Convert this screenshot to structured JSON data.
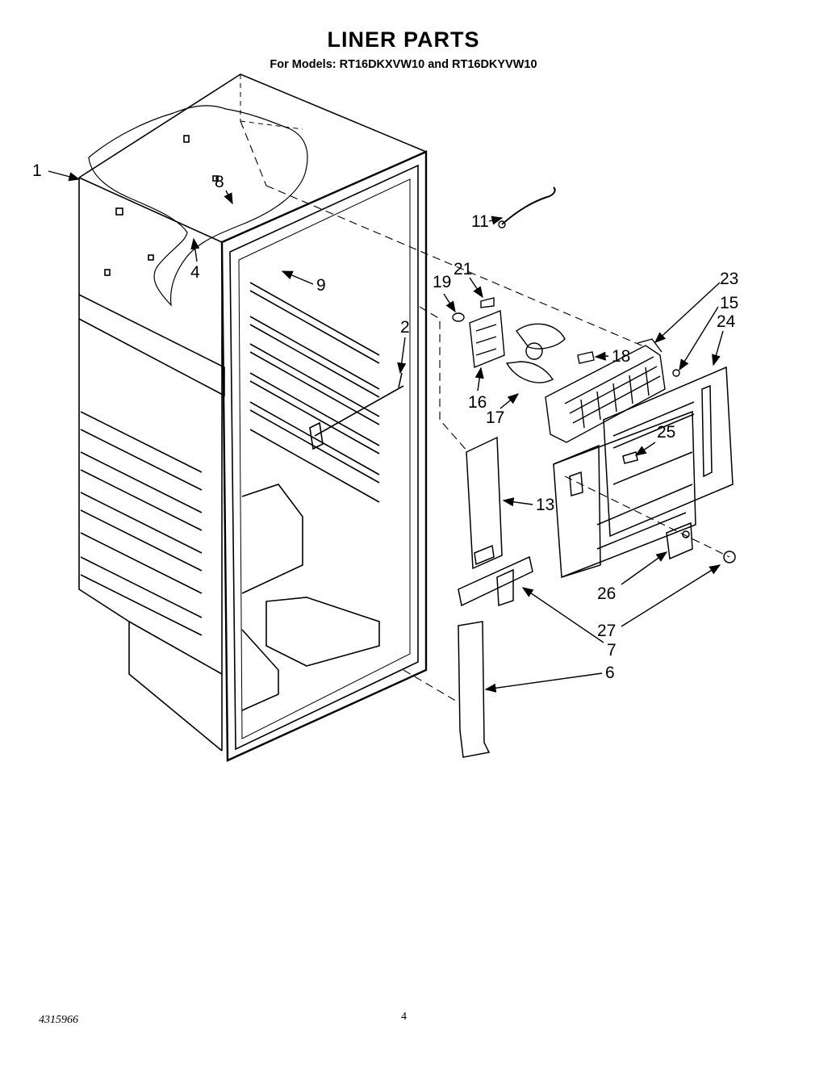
{
  "header": {
    "title": "LINER PARTS",
    "subtitle": "For Models: RT16DKXVW10 and RT16DKYVW10"
  },
  "callouts": [
    "1",
    "8",
    "4",
    "9",
    "2",
    "11",
    "21",
    "19",
    "23",
    "15",
    "24",
    "18",
    "16",
    "17",
    "25",
    "13",
    "26",
    "27",
    "7",
    "6"
  ],
  "footer": {
    "doc_code": "4315966",
    "page_number": "4"
  }
}
